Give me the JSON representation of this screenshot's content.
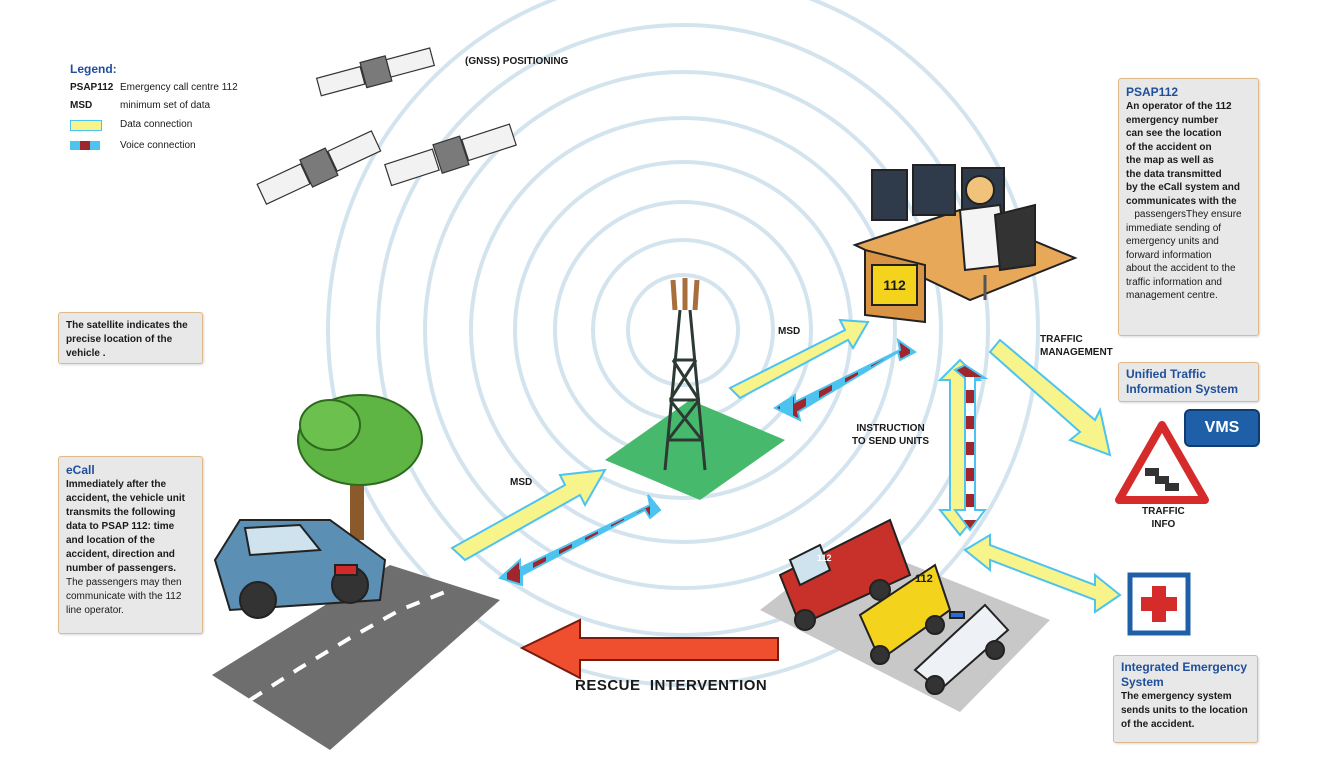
{
  "legend": {
    "title": "Legend:",
    "items": [
      {
        "key": "PSAP112",
        "value": "Emergency call centre 112"
      },
      {
        "key": "MSD",
        "value": "minimum set of data"
      },
      {
        "key": "",
        "value": "Data connection"
      },
      {
        "key": "",
        "value": "Voice connection"
      }
    ]
  },
  "labels": {
    "gnss": "(GNSS) POSITIONING",
    "msd_upper": "MSD",
    "msd_lower": "MSD",
    "traffic_management_1": "TRAFFIC",
    "traffic_management_2": "MANAGEMENT",
    "instruction_1": "INSTRUCTION",
    "instruction_2": "TO SEND UNITS",
    "traffic_info_1": "TRAFFIC",
    "traffic_info_2": "INFO",
    "rescue": "RESCUE  INTERVENTION",
    "vms": "VMS",
    "desk_112": "112",
    "ambulance_112": "112",
    "truck_112": "112"
  },
  "boxes": {
    "satellite": {
      "lines": [
        "The satellite indicates the",
        "precise location of the",
        "vehicle ."
      ]
    },
    "ecall": {
      "title": "eCall",
      "lines": [
        "Immediately after the",
        "accident, the vehicle unit",
        "transmits the following",
        "data to PSAP 112: time",
        "and location of the",
        "accident, direction and",
        "number of passengers."
      ],
      "normal_lines": [
        "The passengers may then",
        "communicate with the 112",
        "line operator."
      ]
    },
    "psap": {
      "title": "PSAP112",
      "lines": [
        "An operator of the 112",
        "emergency number",
        "can see the location",
        "of the accident on",
        "the map as well as",
        "the data transmitted",
        "by the eCall system and",
        "communicates with the"
      ],
      "normal_lines": [
        "   passengersThey ensure",
        "immediate sending of",
        "emergency units and",
        "forward information",
        "about the accident to the",
        "traffic information and",
        "management centre."
      ]
    },
    "utis": {
      "title_1": "Unified Traffic",
      "title_2": "Information System"
    },
    "ies": {
      "title_1": "Integrated Emergency",
      "title_2": "System",
      "lines": [
        "The emergency system",
        "sends units to the location",
        "of the accident."
      ]
    }
  },
  "colors": {
    "accent_blue": "#1f4e9b",
    "data_connection": "#f6f48a",
    "voice_light": "#4dc3ef",
    "voice_dark": "#a0262d",
    "rescue_arrow": "#ef4f2f",
    "ground_green": "#46b96c",
    "box_bg": "#e8e8e8",
    "box_border": "#e0b98a"
  }
}
